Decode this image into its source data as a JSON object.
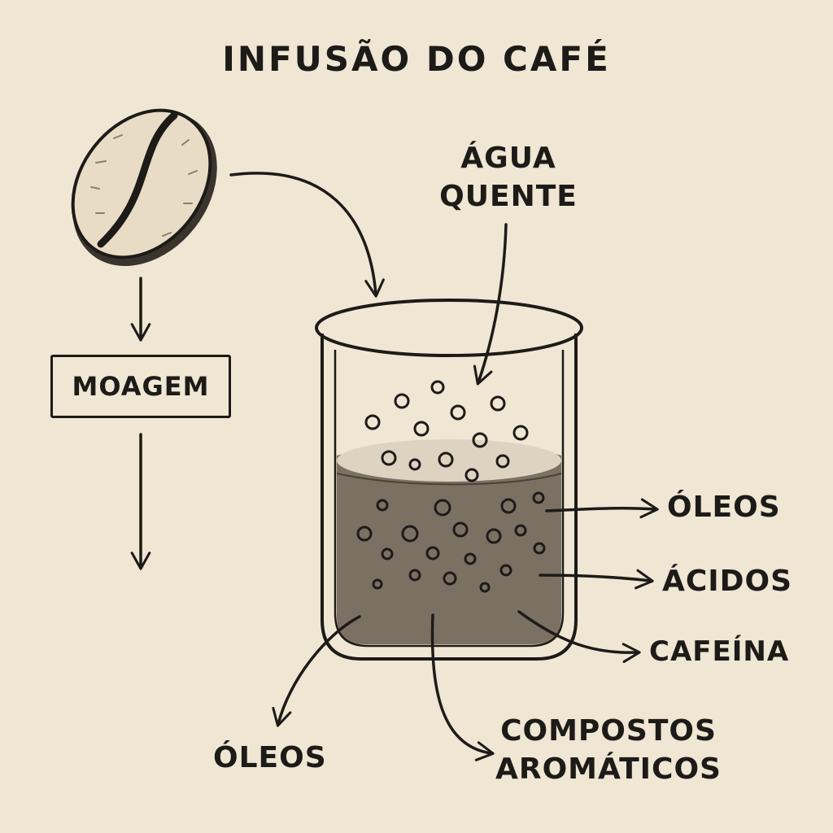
{
  "title": "INFUSÃO DO CAFÉ",
  "input": {
    "water_line1": "ÁGUA",
    "water_line2": "QUENTE"
  },
  "process": {
    "grinding": "MOAGEM"
  },
  "outputs": {
    "right": [
      "ÓLEOS",
      "ÁCIDOS",
      "CAFEÍNA"
    ],
    "bottom_left": "ÓLEOS",
    "bottom_line1": "COMPOSTOS",
    "bottom_line2": "AROMÁTICOS"
  },
  "colors": {
    "background": "#efe6d3",
    "ink": "#1d1b18",
    "coffee": "#7a7163",
    "foam": "#ddd3c0",
    "bean": "#e8dcc6"
  }
}
